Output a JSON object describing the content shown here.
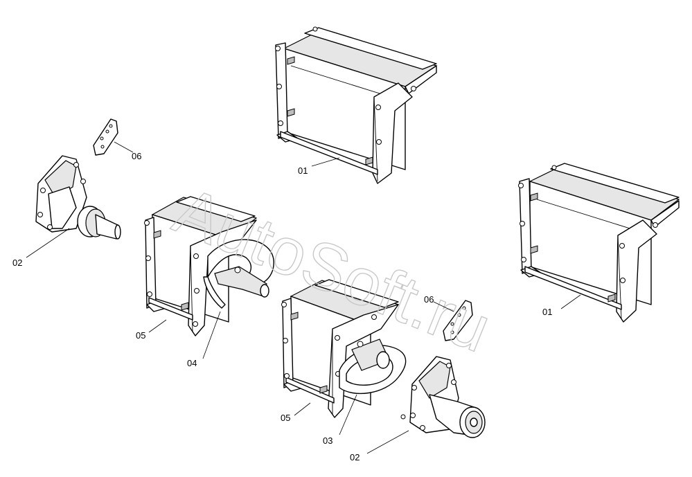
{
  "watermark": "AutoSoft.ru",
  "callouts": [
    {
      "id": "callout-01-top",
      "text": "01"
    },
    {
      "id": "callout-01-right",
      "text": "01"
    },
    {
      "id": "callout-02-left",
      "text": "02"
    },
    {
      "id": "callout-02-bottom",
      "text": "02"
    },
    {
      "id": "callout-03",
      "text": "03"
    },
    {
      "id": "callout-04",
      "text": "04"
    },
    {
      "id": "callout-05-left",
      "text": "05"
    },
    {
      "id": "callout-05-bottom",
      "text": "05"
    },
    {
      "id": "callout-06-top",
      "text": "06"
    },
    {
      "id": "callout-06-right",
      "text": "06"
    }
  ]
}
